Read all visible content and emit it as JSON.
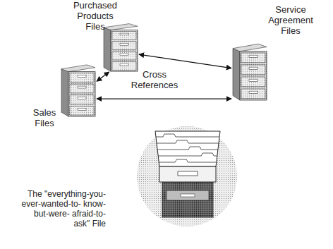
{
  "diagram": {
    "nodes": [
      {
        "text": [
          "Purchased Products Files"
        ]
      },
      {
        "text": [
          "Sales Files"
        ]
      },
      {
        "text": [
          "Service Agreement Files"
        ]
      },
      {
        "text": [
          "The \"everything-you- ever-wanted-to- know-but-were- afraid-to-ask\" File"
        ]
      }
    ],
    "edges": [
      {
        "from": 1,
        "to": 0,
        "arrow": "both"
      },
      {
        "from": 0,
        "to": 2,
        "arrow": "both"
      },
      {
        "from": 1,
        "to": 2,
        "arrow": "both"
      }
    ],
    "labels": [
      "Cross References"
    ]
  }
}
